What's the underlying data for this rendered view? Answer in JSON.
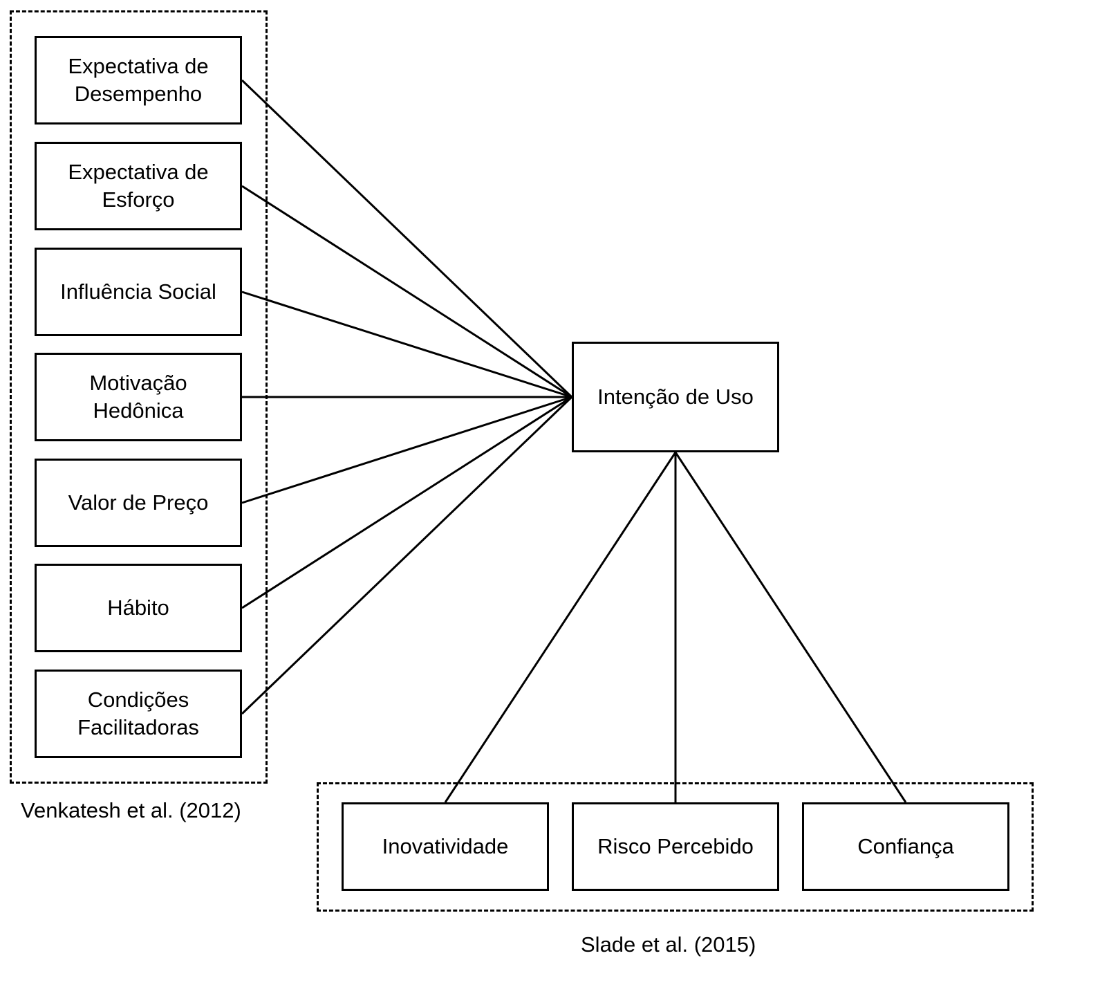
{
  "groups": {
    "left": {
      "caption": "Venkatesh et al. (2012)",
      "constructs": [
        {
          "id": "expectativa-desempenho",
          "lines": [
            "Expectativa de",
            "Desempenho"
          ]
        },
        {
          "id": "expectativa-esforco",
          "lines": [
            "Expectativa de",
            "Esforço"
          ]
        },
        {
          "id": "influencia-social",
          "lines": [
            "Influência Social"
          ]
        },
        {
          "id": "motivacao-hedonica",
          "lines": [
            "Motivação",
            "Hedônica"
          ]
        },
        {
          "id": "valor-preco",
          "lines": [
            "Valor de Preço"
          ]
        },
        {
          "id": "habito",
          "lines": [
            "Hábito"
          ]
        },
        {
          "id": "condicoes-facilitadoras",
          "lines": [
            "Condições",
            "Facilitadoras"
          ]
        }
      ]
    },
    "bottom": {
      "caption": "Slade et al. (2015)",
      "constructs": [
        {
          "id": "inovatividade",
          "lines": [
            "Inovatividade"
          ]
        },
        {
          "id": "risco-percebido",
          "lines": [
            "Risco Percebido"
          ]
        },
        {
          "id": "confianca",
          "lines": [
            "Confiança"
          ]
        }
      ]
    }
  },
  "target": {
    "id": "intencao-uso",
    "lines": [
      "Intenção de Uso"
    ]
  },
  "edges": [
    {
      "from": "expectativa-desempenho",
      "to": "intencao-uso"
    },
    {
      "from": "expectativa-esforco",
      "to": "intencao-uso"
    },
    {
      "from": "influencia-social",
      "to": "intencao-uso"
    },
    {
      "from": "motivacao-hedonica",
      "to": "intencao-uso"
    },
    {
      "from": "valor-preco",
      "to": "intencao-uso"
    },
    {
      "from": "habito",
      "to": "intencao-uso"
    },
    {
      "from": "condicoes-facilitadoras",
      "to": "intencao-uso"
    },
    {
      "from": "inovatividade",
      "to": "intencao-uso"
    },
    {
      "from": "risco-percebido",
      "to": "intencao-uso"
    },
    {
      "from": "confianca",
      "to": "intencao-uso"
    }
  ]
}
